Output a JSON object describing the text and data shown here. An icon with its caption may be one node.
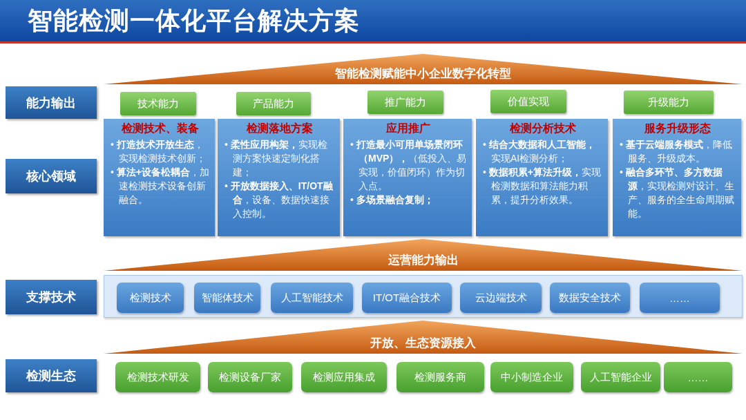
{
  "diagram": {
    "title": "智能检测一体化平台解决方案",
    "nodes": [
      {
        "text": [
          "智能检测赋能中小企业数字化转型"
        ]
      },
      {
        "text": [
          "能力输出"
        ]
      },
      {
        "text": [
          "技术能力"
        ]
      },
      {
        "text": [
          "产品能力"
        ]
      },
      {
        "text": [
          "推广能力"
        ]
      },
      {
        "text": [
          "价值实现"
        ]
      },
      {
        "text": [
          "升级能力"
        ]
      },
      {
        "text": [
          "核心领域"
        ]
      },
      {
        "text": [
          "检测技术、装备",
          "• **打造技术开放生态**，实现检测技术创新；",
          "• **算法+设备松耦合**，加速检测技术设备创新融合。"
        ]
      },
      {
        "text": [
          "检测落地方案",
          "• **柔性应用构架，**实现检测方案快速定制化搭建；",
          "• **开放数据接入、IT/OT融合**，设备、数据快速接入控制。"
        ]
      },
      {
        "text": [
          "应用推广",
          "• **打造最小可用单场景闭环（MVP），**（低投入、易实现，价值闭环）作为切入点。",
          "• **多场景融合复制；**"
        ]
      },
      {
        "text": [
          "检测分析技术",
          "• **结合大数据和人工智能，**实现AI检测分析；",
          "• **数据积累+算法升级，**实现检测数据和算法能力积累，提升分析效果。"
        ]
      },
      {
        "text": [
          "服务升级形态",
          "• **基于云端服务模式**，降低服务、升级成本。",
          "• **融合多环节、多方数据源**，实现检测对设计、生产、服务的全生命周期赋能。"
        ]
      },
      {
        "text": [
          "运营能力输出"
        ]
      },
      {
        "text": [
          "支撑技术"
        ]
      },
      {
        "text": [],
        "shape": "box"
      },
      {
        "text": [
          "检测技术"
        ],
        "in": 15
      },
      {
        "text": [
          "智能体技术"
        ],
        "in": 15
      },
      {
        "text": [
          "人工智能技术"
        ],
        "in": 15
      },
      {
        "text": [
          "IT/OT融合技术"
        ],
        "in": 15
      },
      {
        "text": [
          "云边端技术"
        ],
        "in": 15
      },
      {
        "text": [
          "数据安全技术"
        ],
        "in": 15
      },
      {
        "text": [
          "……"
        ],
        "in": 15
      },
      {
        "text": [
          "开放、生态资源接入"
        ]
      },
      {
        "text": [
          "检测生态"
        ]
      },
      {
        "text": [
          "检测技术研发"
        ]
      },
      {
        "text": [
          "检测设备厂家"
        ]
      },
      {
        "text": [
          "检测应用集成"
        ]
      },
      {
        "text": [
          "检测服务商"
        ]
      },
      {
        "text": [
          "中小制造企业"
        ]
      },
      {
        "text": [
          "人工智能企业"
        ]
      },
      {
        "text": [
          "……"
        ]
      }
    ]
  }
}
